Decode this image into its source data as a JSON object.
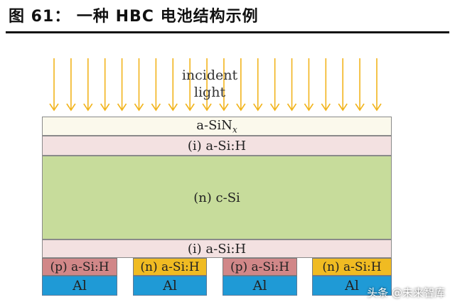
{
  "figure": {
    "title": "图 61： 一种 HBC 电池结构示例"
  },
  "light": {
    "line1": "incident",
    "line2": "light",
    "arrow_count": 20,
    "arrow_color": "#f2b41c"
  },
  "layers": {
    "sinx": {
      "prefix": "a-SiN",
      "subscript": "x",
      "color": "#fbf9ec"
    },
    "top_passivation": {
      "label": "(i) a-Si:H",
      "color": "#f3e1e1"
    },
    "absorber": {
      "label": "(n) c-Si",
      "color": "#c7dc9b"
    },
    "rear_passivation": {
      "label": "(i) a-Si:H",
      "color": "#f3e1e1"
    }
  },
  "contacts": [
    {
      "doping": "(p) a-Si:H",
      "metal": "Al",
      "doping_color": "#d18788",
      "metal_color": "#1f9ad6"
    },
    {
      "doping": "(n) a-Si:H",
      "metal": "Al",
      "doping_color": "#f0bb22",
      "metal_color": "#1f9ad6"
    },
    {
      "doping": "(p) a-Si:H",
      "metal": "Al",
      "doping_color": "#d18788",
      "metal_color": "#1f9ad6"
    },
    {
      "doping": "(n) a-Si:H",
      "metal": "Al",
      "doping_color": "#f0bb22",
      "metal_color": "#1f9ad6"
    }
  ],
  "watermark": "头条 @未来智库"
}
